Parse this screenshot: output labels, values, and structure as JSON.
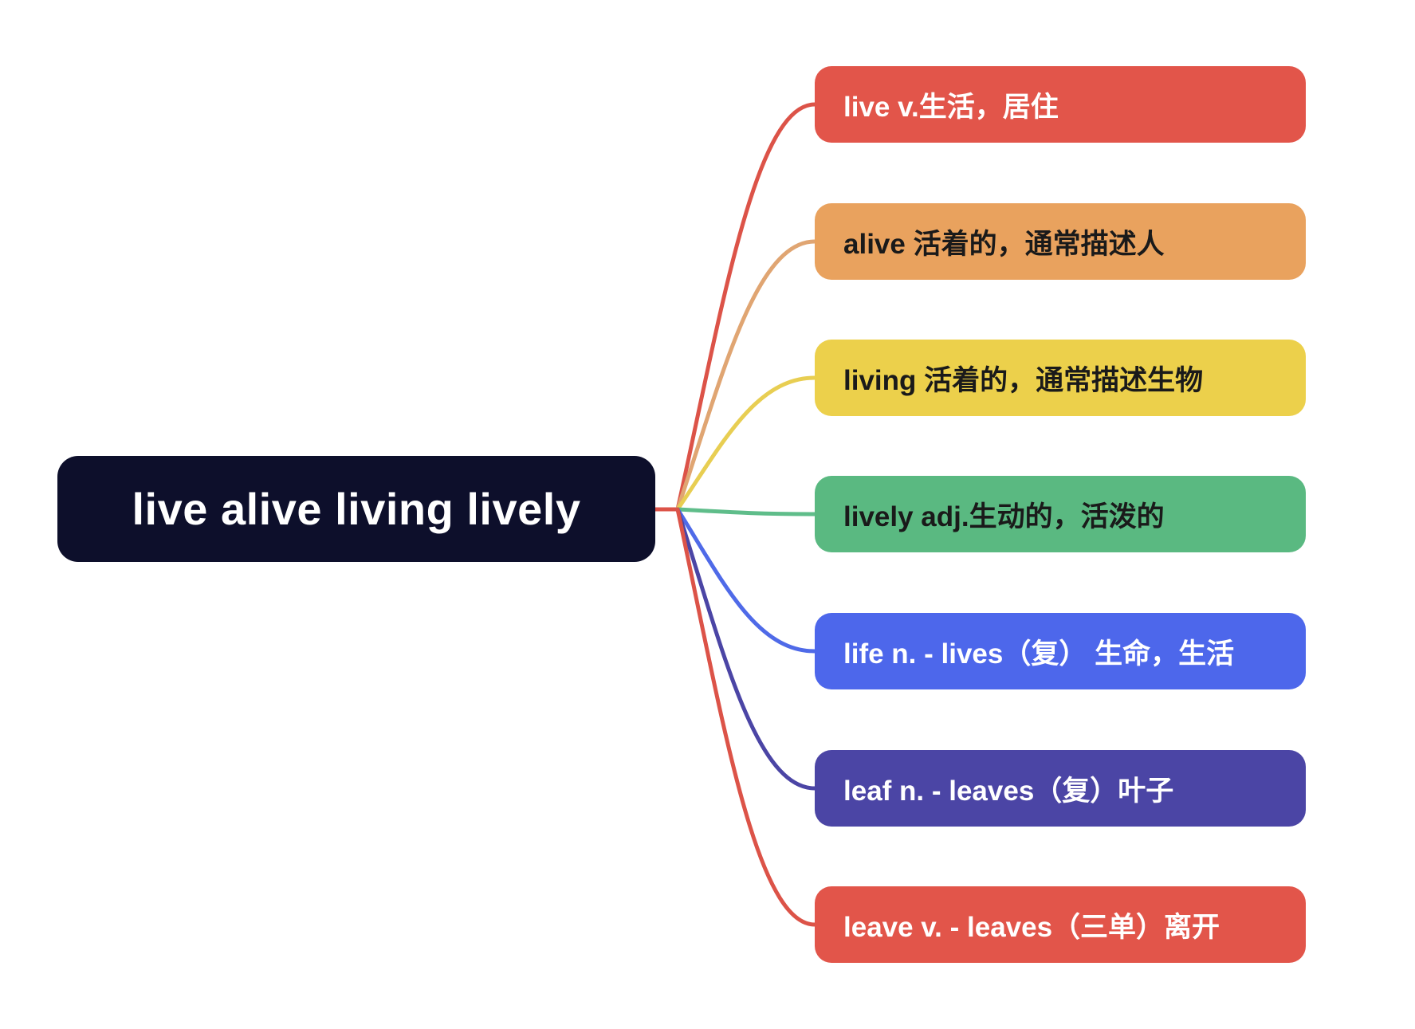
{
  "diagram_type": "mindmap",
  "background_color": "#FFFFFF",
  "root": {
    "label": "live alive living lively",
    "bg_color": "#0D0F2B",
    "text_color": "#FFFFFF"
  },
  "branches": [
    {
      "label": "live v.生活，居住",
      "bg_color": "#E2554A",
      "text_color": "#FFFFFF",
      "line_color": "#DC5348"
    },
    {
      "label": "alive 活着的，通常描述人",
      "bg_color": "#E9A25E",
      "text_color": "#1A1A1A",
      "line_color": "#E0A572"
    },
    {
      "label": "living 活着的，通常描述生物",
      "bg_color": "#ECD04B",
      "text_color": "#1A1A1A",
      "line_color": "#E8CE52"
    },
    {
      "label": "lively adj.生动的，活泼的",
      "bg_color": "#5AB981",
      "text_color": "#1A1A1A",
      "line_color": "#5FBD8A"
    },
    {
      "label": "life n. - lives（复） 生命，生活",
      "bg_color": "#4D67EB",
      "text_color": "#FFFFFF",
      "line_color": "#4F6AE8"
    },
    {
      "label": "leaf n. - leaves（复）叶子",
      "bg_color": "#4B45A5",
      "text_color": "#FFFFFF",
      "line_color": "#4B45A5"
    },
    {
      "label": "leave v. - leaves（三单）离开",
      "bg_color": "#E2554A",
      "text_color": "#FFFFFF",
      "line_color": "#DC5348"
    }
  ]
}
